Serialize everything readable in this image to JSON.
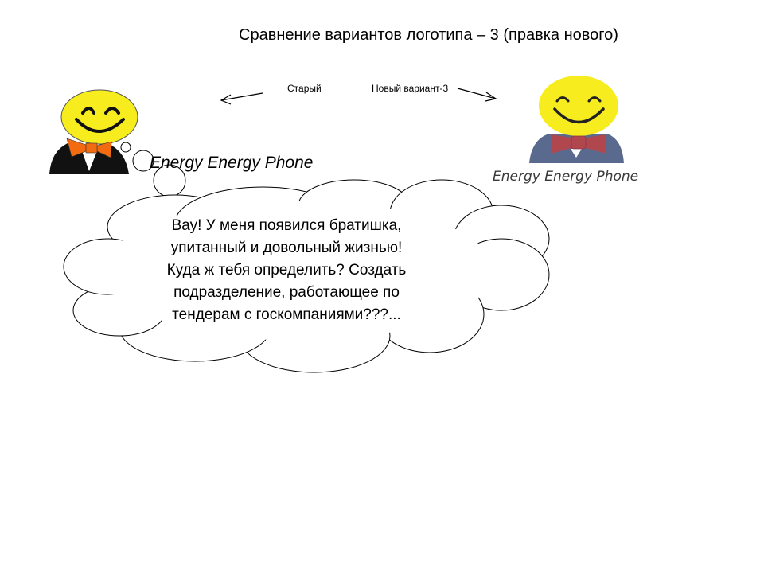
{
  "title": "Сравнение вариантов логотипа – 3 (правка нового)",
  "labels": {
    "old": "Старый",
    "new": "Новый вариант-3"
  },
  "logos": {
    "old": {
      "brand": "Energy Energy Phone",
      "face_color": "#f7ec1e",
      "bow_color": "#f26b10",
      "suit_color": "#111111"
    },
    "new": {
      "brand": "Energy Energy Phone",
      "face_color": "#f7ec1e",
      "bow_color": "#b0474f",
      "suit_color": "#5a6a8e"
    }
  },
  "bubble": {
    "lines": [
      "Вау! У меня появился братишка,",
      "упитанный и довольный жизнью!",
      "Куда ж тебя определить? Создать",
      "подразделение, работающее по",
      "тендерам с госкомпаниями???..."
    ]
  }
}
